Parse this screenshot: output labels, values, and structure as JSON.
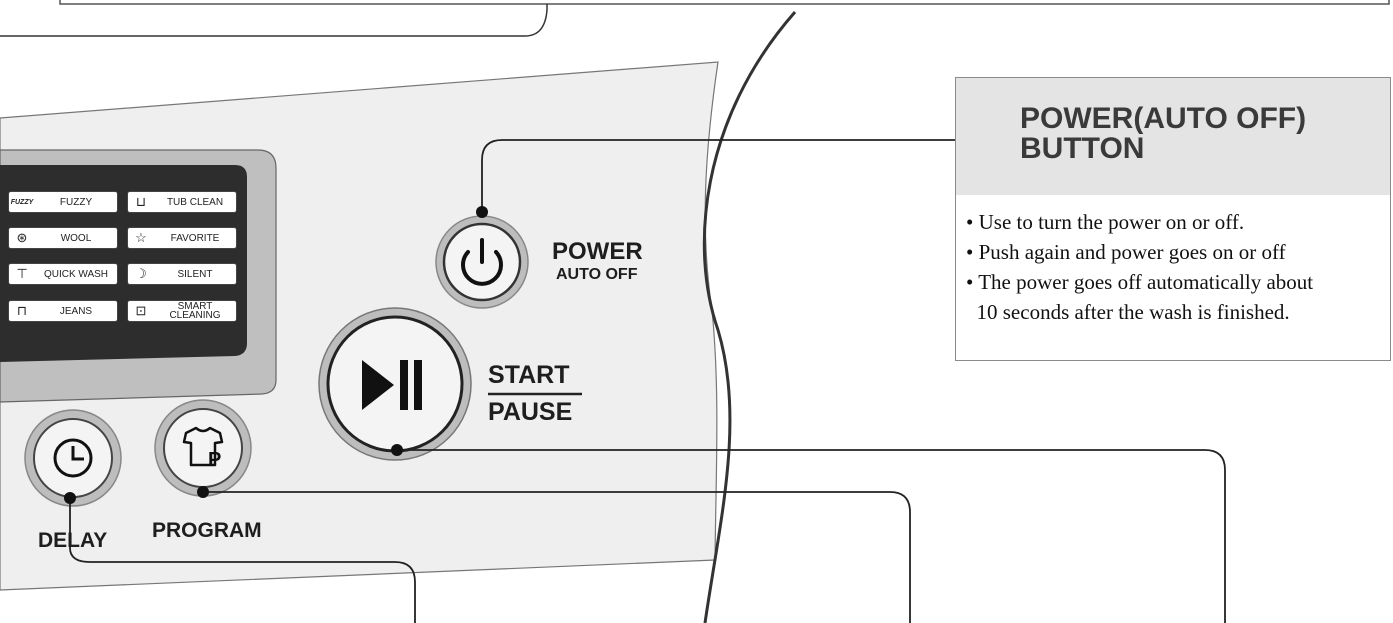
{
  "callout": {
    "title_lines": [
      "POWER(AUTO OFF)",
      "BUTTON"
    ],
    "bullets": [
      "• Use to turn the power on or off.",
      "• Push again and power goes on or off",
      "• The power goes off automatically about",
      "  10 seconds after the wash is finished."
    ]
  },
  "buttons": {
    "power_label": "POWER",
    "power_sublabel": "AUTO OFF",
    "start_label": "START",
    "pause_label": "PAUSE",
    "delay_label": "DELAY",
    "program_label": "PROGRAM"
  },
  "modes": [
    {
      "icon": "fuzzy-icon",
      "label": "FUZZY"
    },
    {
      "icon": "tub-clean-icon",
      "label": "TUB CLEAN"
    },
    {
      "icon": "wool-icon",
      "label": "WOOL"
    },
    {
      "icon": "favorite-star-icon",
      "label": "FAVORITE"
    },
    {
      "icon": "quick-wash-icon",
      "label": "QUICK WASH"
    },
    {
      "icon": "silent-moon-icon",
      "label": "SILENT"
    },
    {
      "icon": "jeans-icon",
      "label": "JEANS"
    },
    {
      "icon": "smart-cleaning-icon",
      "label": "SMART CLEANING"
    }
  ],
  "icon_glyphs": {
    "fuzzy_icon_text": "FUZZY"
  }
}
